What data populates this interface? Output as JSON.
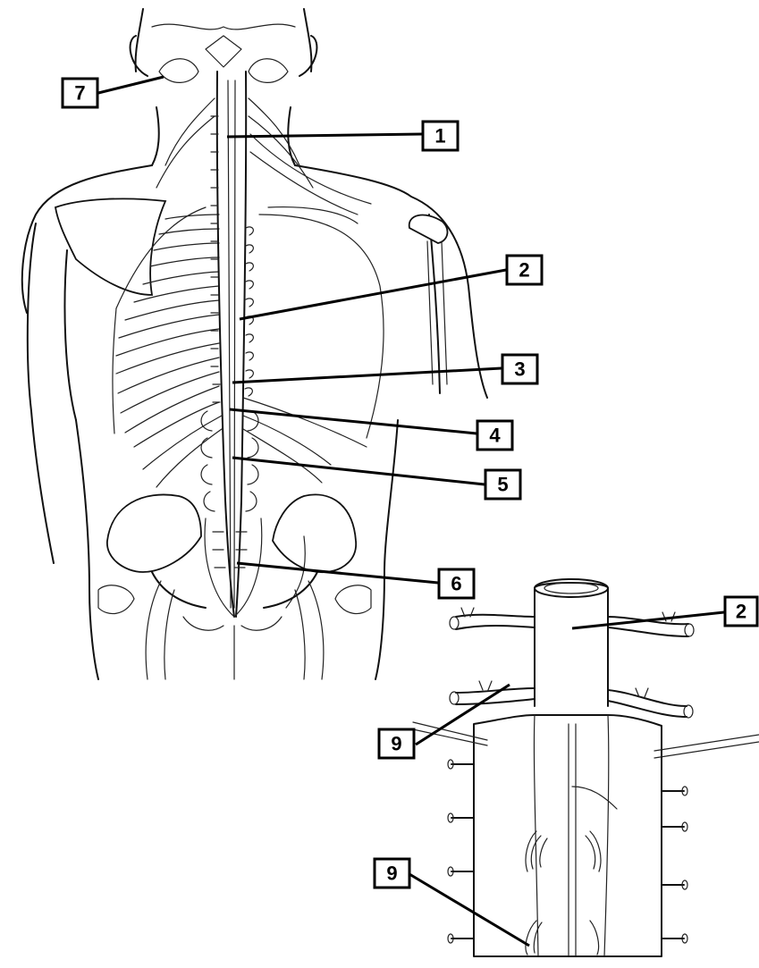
{
  "labels": {
    "l1": "1",
    "l2": "2",
    "l3": "3",
    "l4": "4",
    "l5": "5",
    "l6": "6",
    "l7": "7",
    "l2b": "2",
    "l9a": "9",
    "l9b": "9"
  }
}
